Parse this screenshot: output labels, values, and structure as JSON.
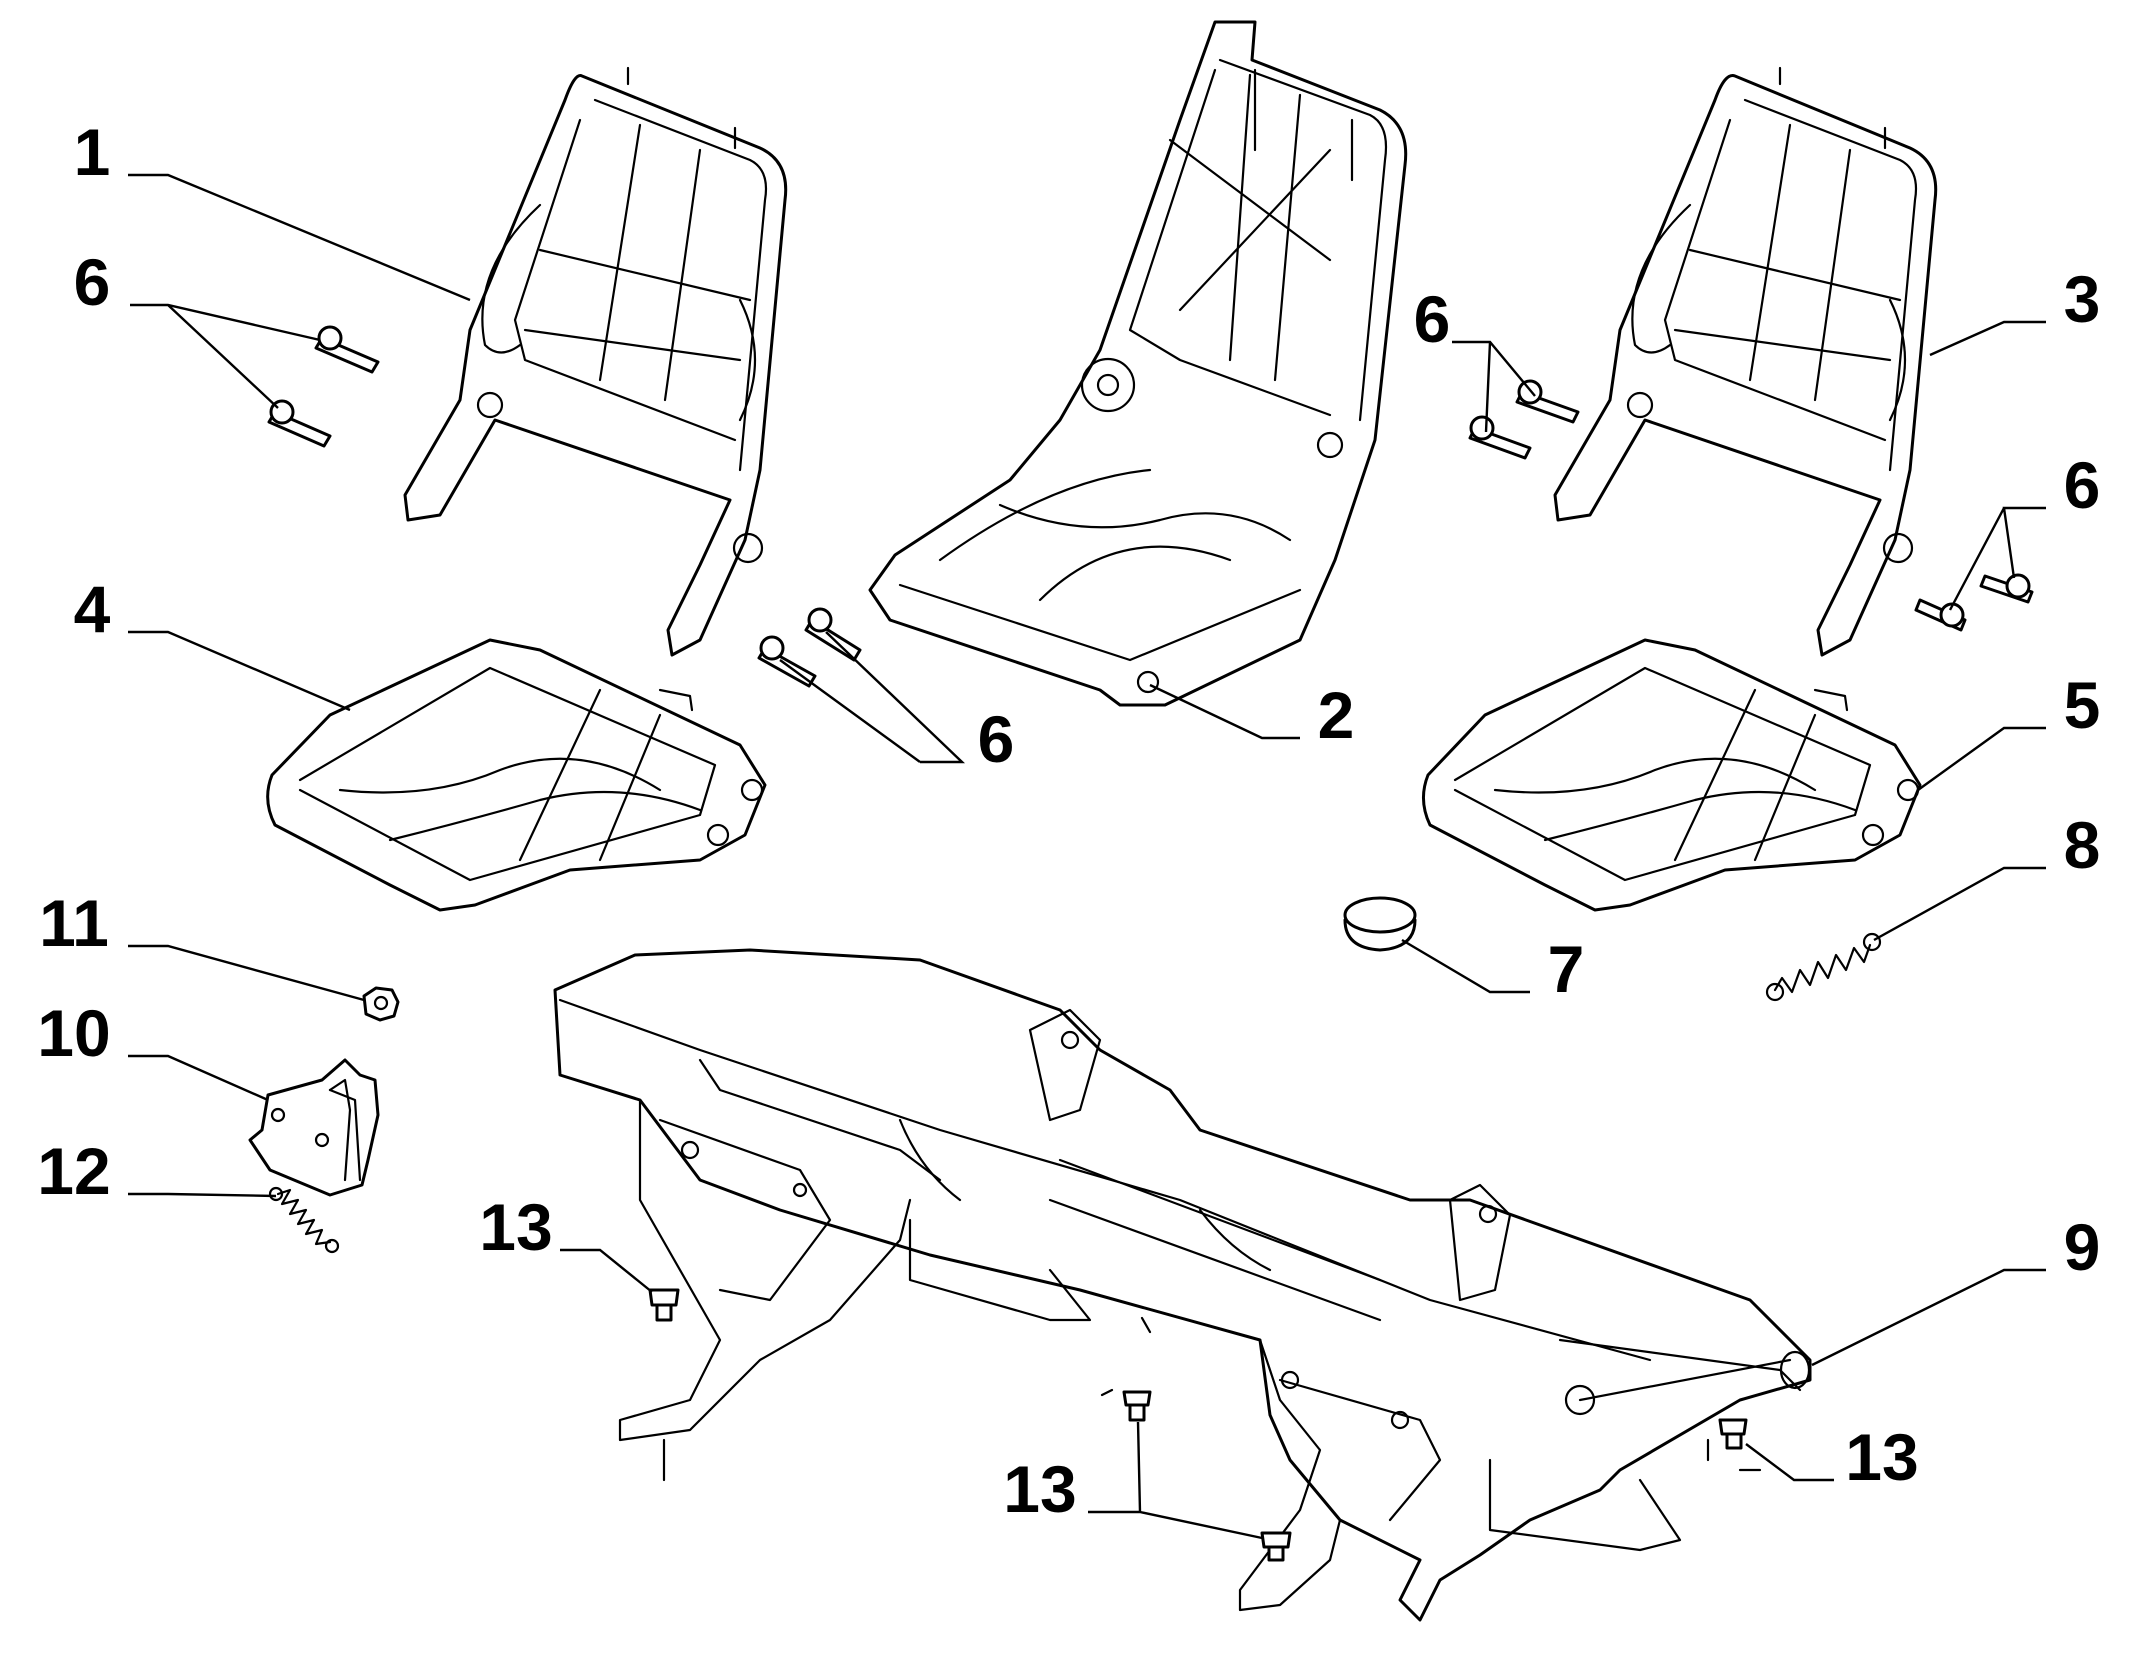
{
  "callouts": [
    {
      "id": "1",
      "text": "1"
    },
    {
      "id": "2",
      "text": "2"
    },
    {
      "id": "3",
      "text": "3"
    },
    {
      "id": "4",
      "text": "4"
    },
    {
      "id": "5",
      "text": "5"
    },
    {
      "id": "6a",
      "text": "6"
    },
    {
      "id": "6b",
      "text": "6"
    },
    {
      "id": "6c",
      "text": "6"
    },
    {
      "id": "6d",
      "text": "6"
    },
    {
      "id": "7",
      "text": "7"
    },
    {
      "id": "8",
      "text": "8"
    },
    {
      "id": "9",
      "text": "9"
    },
    {
      "id": "10",
      "text": "10"
    },
    {
      "id": "11",
      "text": "11"
    },
    {
      "id": "12",
      "text": "12"
    },
    {
      "id": "13a",
      "text": "13"
    },
    {
      "id": "13b",
      "text": "13"
    },
    {
      "id": "13c",
      "text": "13"
    }
  ],
  "colors": {
    "line": "#000000",
    "background": "#ffffff"
  }
}
